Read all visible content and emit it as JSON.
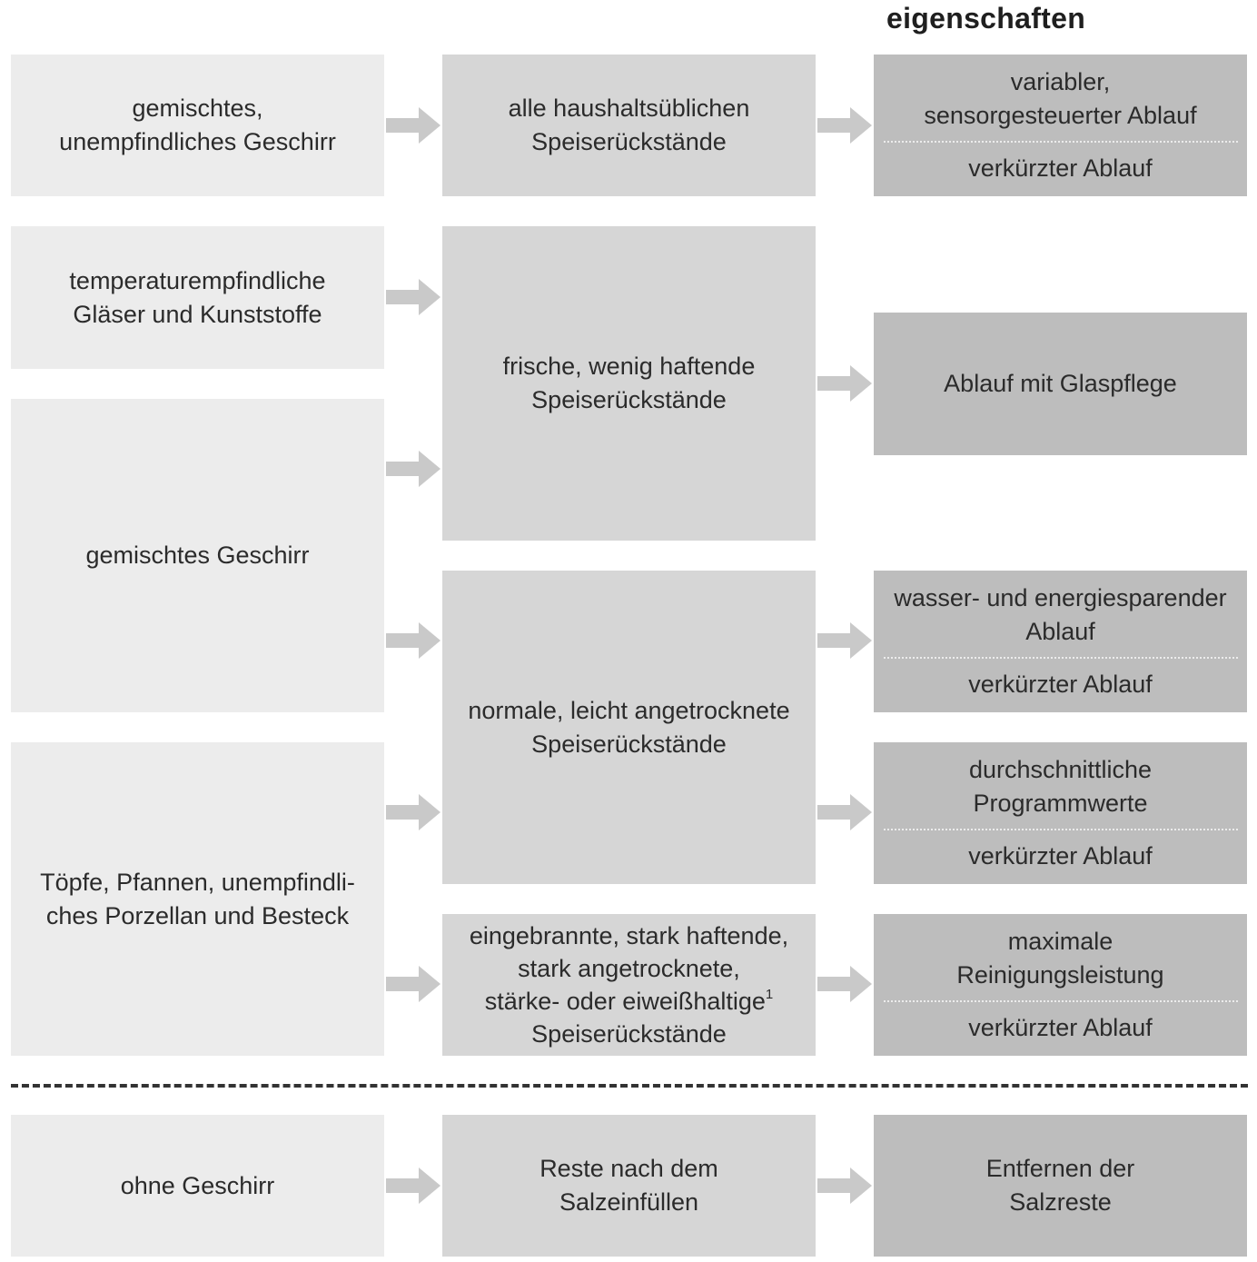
{
  "header": {
    "title": "eigenschaften"
  },
  "column1": {
    "row1": [
      "gemischtes,",
      "unempfindliches Geschirr"
    ],
    "row2": [
      "temperaturempfindliche",
      "Gläser und Kunststoffe"
    ],
    "row3": [
      "gemischtes Geschirr"
    ],
    "row4": [
      "Töpfe, Pfannen, unempfindli-",
      "ches Porzellan und Besteck"
    ],
    "row5": [
      "ohne Geschirr"
    ]
  },
  "column2": {
    "row1": [
      "alle haushaltsüblichen",
      "Speiserückstände"
    ],
    "row2": [
      "frische, wenig haftende",
      "Speiserückstände"
    ],
    "row3": [
      "normale, leicht angetrocknete",
      "Speiserückstände"
    ],
    "row4": [
      "eingebrannte, stark haftende,",
      "stark angetrocknete,",
      "stärke- oder eiweißhaltige",
      "Speiserückstände"
    ],
    "row4_footnote": "1",
    "row5": [
      "Reste nach dem",
      "Salzeinfüllen"
    ]
  },
  "column3": {
    "row1": {
      "main": [
        "variabler,",
        "sensorgesteuerter Ablauf"
      ],
      "option": "verkürzter Ablauf"
    },
    "row2": {
      "main": [
        "Ablauf mit Glaspflege"
      ]
    },
    "row3": {
      "main": [
        "wasser- und energiesparender",
        "Ablauf"
      ],
      "option": "verkürzter Ablauf"
    },
    "row4": {
      "main": [
        "durchschnittliche",
        "Programmwerte"
      ],
      "option": "verkürzter Ablauf"
    },
    "row5": {
      "main": [
        "maximale",
        "Reinigungsleistung"
      ],
      "option": "verkürzter Ablauf"
    },
    "row6": {
      "main": [
        "Entfernen der",
        "Salzreste"
      ]
    }
  },
  "colors": {
    "column1_bg": "#ececec",
    "column2_bg": "#d6d6d6",
    "column3_bg": "#bdbdbd",
    "arrow": "#c9c9c9",
    "divider": "#333333"
  }
}
